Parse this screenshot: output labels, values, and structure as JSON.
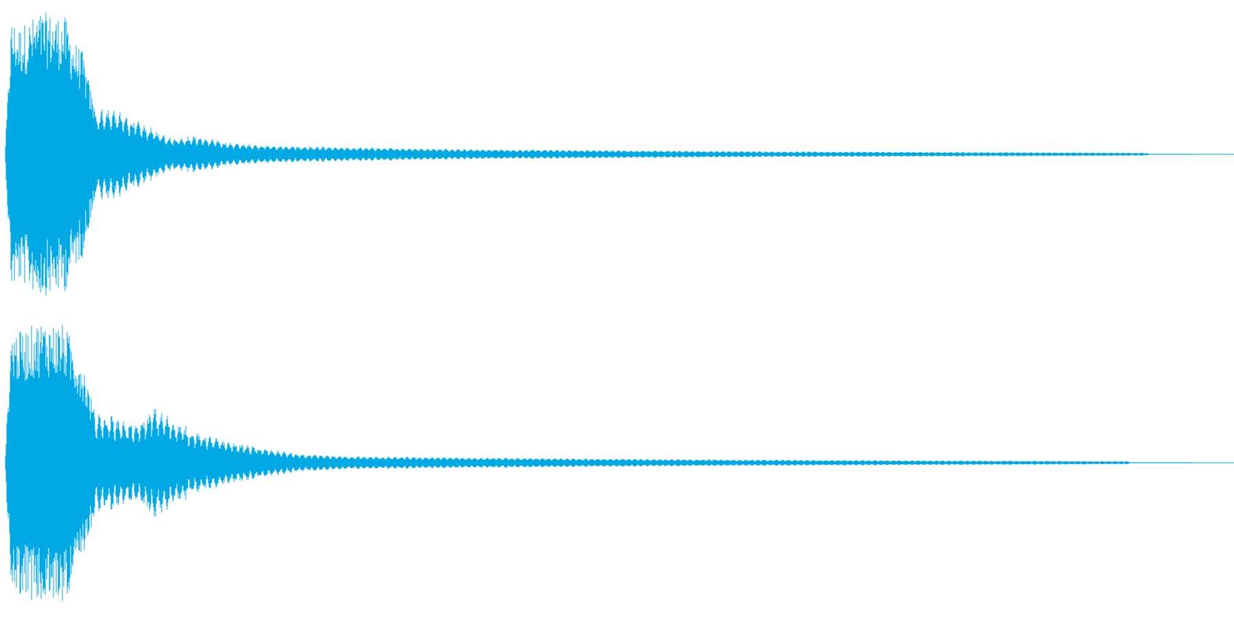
{
  "chart_data": {
    "type": "area",
    "title": "",
    "xlabel": "",
    "ylabel": "",
    "ylim": [
      -1,
      1
    ],
    "x_range": [
      0,
      1
    ],
    "grid": false,
    "color": "#00a9e3",
    "description_of_envelope_breakpoints": null,
    "series": [
      {
        "channel": 1,
        "envelope": {
          "t": [
            0.0,
            0.005,
            0.012,
            0.03,
            0.05,
            0.058,
            0.065,
            0.075,
            0.09,
            0.11,
            0.125,
            0.14,
            0.16,
            0.19,
            0.23,
            0.28,
            0.33,
            0.4,
            0.48,
            0.56,
            0.65,
            0.75,
            0.85,
            0.92,
            0.96,
            0.965,
            1.0
          ],
          "amp": [
            0.08,
            0.95,
            0.9,
            1.0,
            0.97,
            0.8,
            0.72,
            0.33,
            0.33,
            0.24,
            0.18,
            0.12,
            0.13,
            0.08,
            0.06,
            0.05,
            0.045,
            0.035,
            0.03,
            0.025,
            0.02,
            0.017,
            0.014,
            0.012,
            0.01,
            0.0,
            0.0
          ]
        }
      },
      {
        "channel": 2,
        "envelope": {
          "t": [
            0.0,
            0.005,
            0.012,
            0.03,
            0.05,
            0.058,
            0.065,
            0.075,
            0.09,
            0.11,
            0.125,
            0.14,
            0.16,
            0.19,
            0.22,
            0.25,
            0.3,
            0.36,
            0.42,
            0.5,
            0.58,
            0.68,
            0.78,
            0.88,
            0.945,
            0.95,
            1.0
          ],
          "amp": [
            0.08,
            0.95,
            0.92,
            1.0,
            0.97,
            0.82,
            0.72,
            0.36,
            0.34,
            0.27,
            0.4,
            0.32,
            0.22,
            0.15,
            0.1,
            0.06,
            0.045,
            0.04,
            0.035,
            0.03,
            0.024,
            0.02,
            0.016,
            0.013,
            0.01,
            0.0,
            0.0
          ]
        }
      }
    ]
  }
}
